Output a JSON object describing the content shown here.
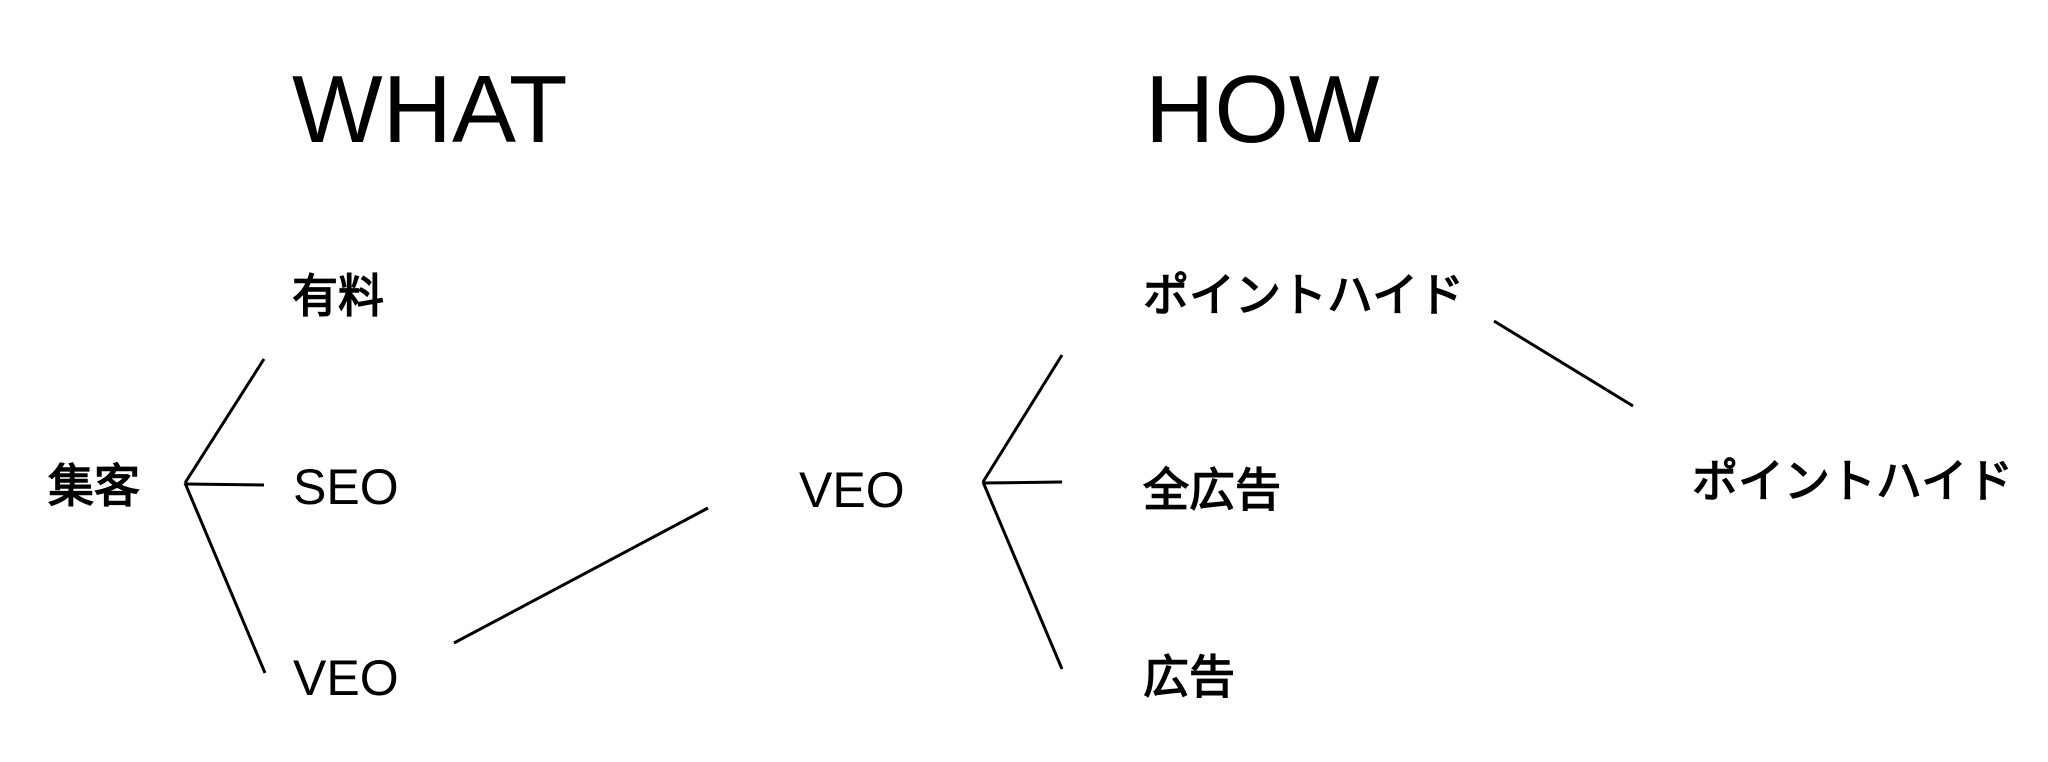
{
  "headers": {
    "what": "WHAT",
    "how": "HOW"
  },
  "what_tree": {
    "root": "集客",
    "children": [
      "有料",
      "SEO",
      "VEO"
    ]
  },
  "how_tree": {
    "root": "VEO",
    "children": [
      "ポイントハイド",
      "全広告",
      "広告"
    ],
    "leaf": "ポイントハイド"
  }
}
